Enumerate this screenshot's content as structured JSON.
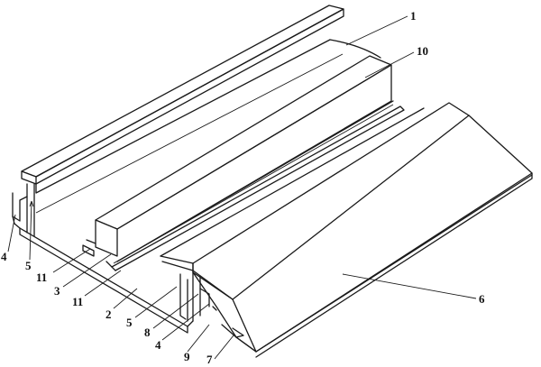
{
  "figure": {
    "callouts": [
      {
        "id": "c1",
        "text": "1"
      },
      {
        "id": "c10",
        "text": "10"
      },
      {
        "id": "c6",
        "text": "6"
      },
      {
        "id": "c4a",
        "text": "4"
      },
      {
        "id": "c5a",
        "text": "5"
      },
      {
        "id": "c11a",
        "text": "11"
      },
      {
        "id": "c3",
        "text": "3"
      },
      {
        "id": "c11b",
        "text": "11"
      },
      {
        "id": "c2",
        "text": "2"
      },
      {
        "id": "c5b",
        "text": "5"
      },
      {
        "id": "c8",
        "text": "8"
      },
      {
        "id": "c4b",
        "text": "4"
      },
      {
        "id": "c9",
        "text": "9"
      },
      {
        "id": "c7",
        "text": "7"
      }
    ]
  }
}
